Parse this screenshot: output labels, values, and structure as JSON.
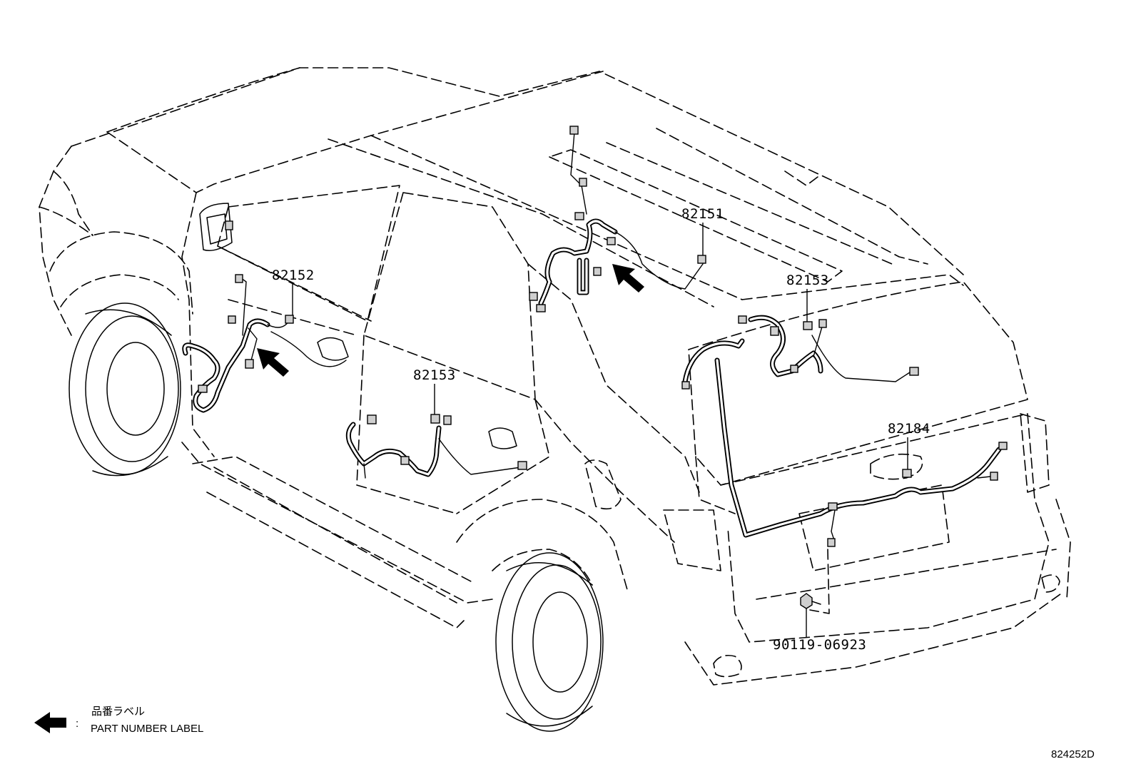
{
  "callouts": {
    "p82151": "82151",
    "p82152": "82152",
    "p82153_side": "82153",
    "p82153_rear": "82153",
    "p82184": "82184",
    "p90119": "90119-06923"
  },
  "legend": {
    "separator": ":",
    "label_jp": "品番ラベル",
    "label_en": "PART  NUMBER LABEL",
    "icon": "left-arrow-icon"
  },
  "reference_code": "824252D"
}
